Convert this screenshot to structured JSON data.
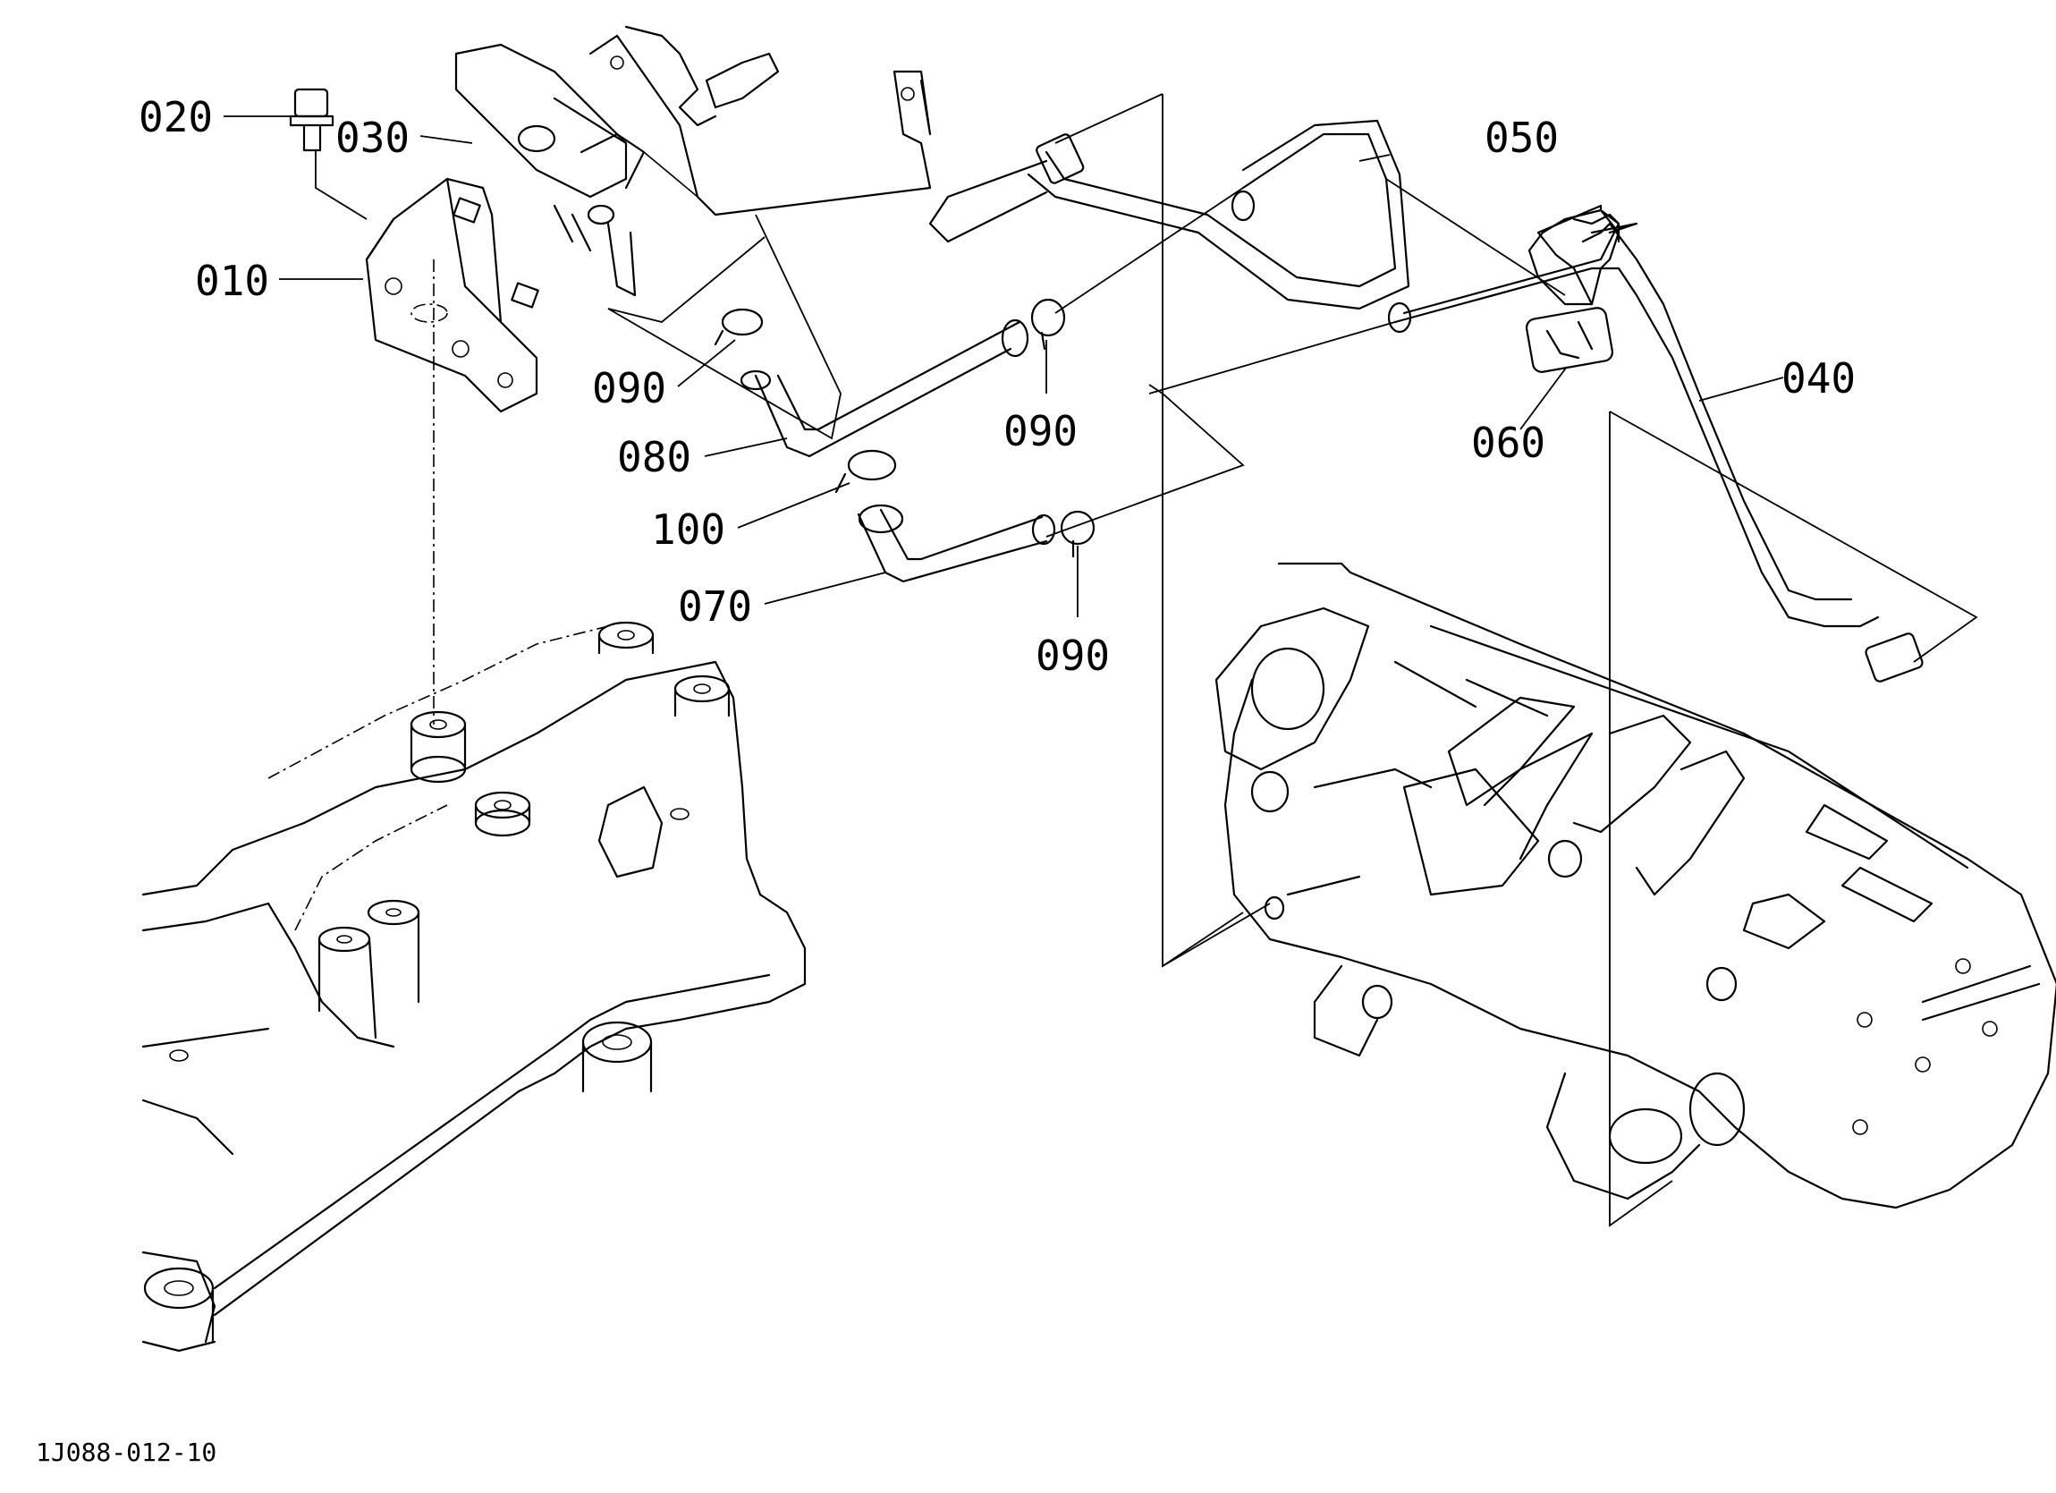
{
  "drawing_code": "1J088-012-10",
  "parts": [
    {
      "id": "p010",
      "label": "010"
    },
    {
      "id": "p020",
      "label": "020"
    },
    {
      "id": "p030",
      "label": "030"
    },
    {
      "id": "p040",
      "label": "040"
    },
    {
      "id": "p050",
      "label": "050"
    },
    {
      "id": "p060",
      "label": "060"
    },
    {
      "id": "p070",
      "label": "070"
    },
    {
      "id": "p080",
      "label": "080"
    },
    {
      "id": "p090a",
      "label": "090"
    },
    {
      "id": "p090b",
      "label": "090"
    },
    {
      "id": "p090c",
      "label": "090"
    },
    {
      "id": "p100",
      "label": "100"
    }
  ]
}
